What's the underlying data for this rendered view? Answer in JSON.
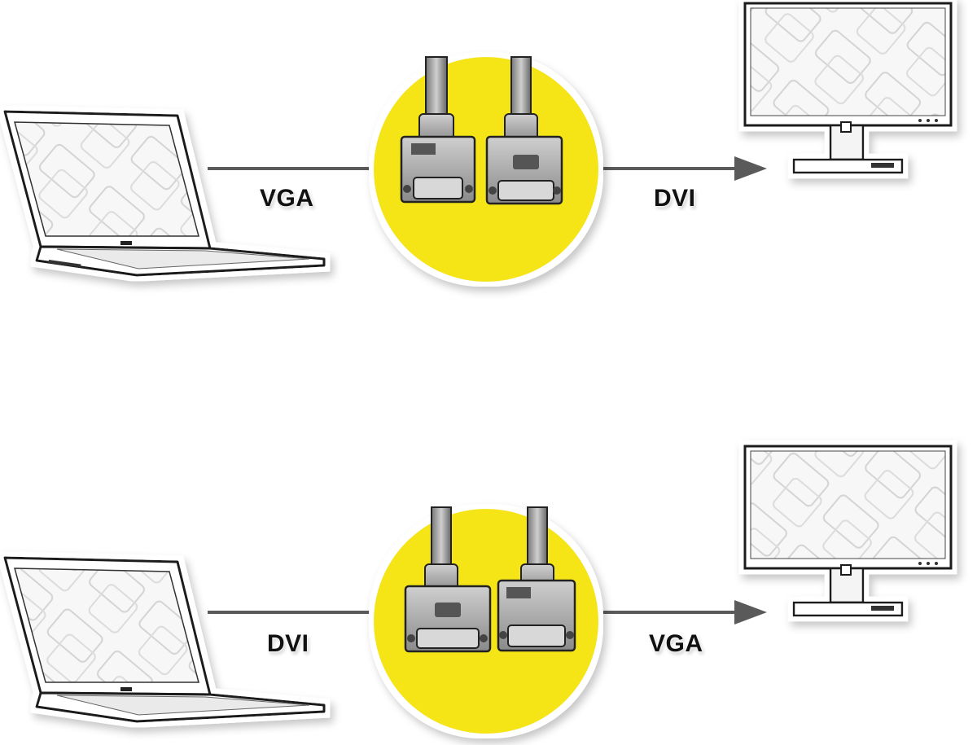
{
  "colors": {
    "accent_circle": "#f5e514",
    "connector_line": "#5a5a5a",
    "outline": "#1a1a1a"
  },
  "rows": [
    {
      "left_label": "VGA",
      "right_label": "DVI",
      "source_icon": "laptop-icon",
      "adapter_icons": [
        "vga-connector-icon",
        "dvi-connector-icon"
      ],
      "target_icon": "monitor-icon"
    },
    {
      "left_label": "DVI",
      "right_label": "VGA",
      "source_icon": "laptop-icon",
      "adapter_icons": [
        "dvi-connector-icon",
        "vga-connector-icon"
      ],
      "target_icon": "monitor-icon"
    }
  ]
}
